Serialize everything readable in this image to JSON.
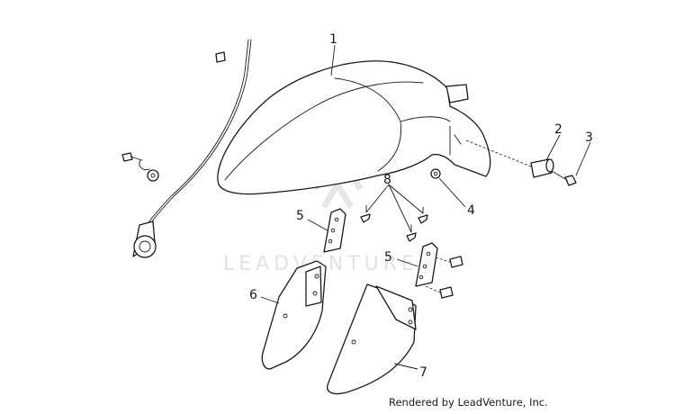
{
  "callouts": [
    {
      "id": "1",
      "label": "1"
    },
    {
      "id": "2",
      "label": "2"
    },
    {
      "id": "3",
      "label": "3"
    },
    {
      "id": "4",
      "label": "4"
    },
    {
      "id": "5a",
      "label": "5"
    },
    {
      "id": "5b",
      "label": "5"
    },
    {
      "id": "6",
      "label": "6"
    },
    {
      "id": "7",
      "label": "7"
    },
    {
      "id": "8",
      "label": "8"
    }
  ],
  "watermark": {
    "text": "LEADVENTURE",
    "icon": "leadventure-logo-icon"
  },
  "credit": "Rendered by LeadVenture, Inc."
}
